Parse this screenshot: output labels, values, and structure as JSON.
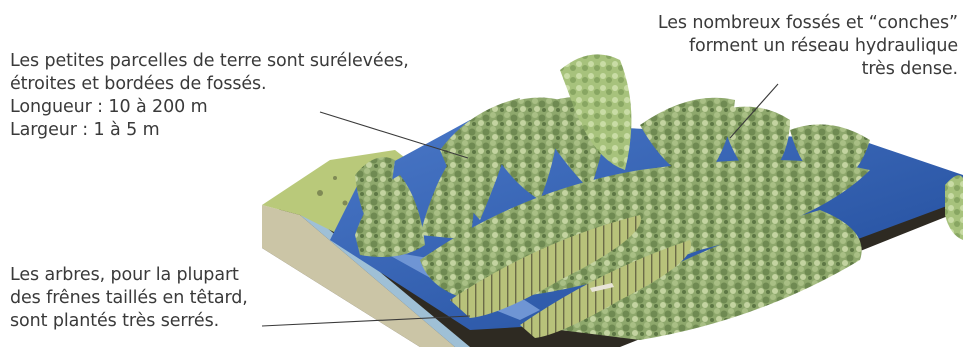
{
  "annotations": {
    "parcelles": {
      "lines": [
        "Les petites parcelles de terre sont surélevées,",
        "étroites et bordées de fossés.",
        "Longueur : 10 à 200 m",
        "Largeur : 1 à 5 m"
      ]
    },
    "arbres": {
      "lines": [
        "Les arbres, pour la plupart",
        "des frênes taillés en têtard,",
        "sont plantés très serrés."
      ]
    },
    "fosses": {
      "lines": [
        "Les nombreux fossés et “conches”",
        "forment un réseau hydraulique",
        "très dense."
      ]
    }
  },
  "colors": {
    "text": "#3a3a3a",
    "water": "#2f5fb0",
    "water_light": "#6f95d4",
    "foliage": "#8aa36a",
    "foliage_dark": "#5f7a45",
    "meadow": "#b9c97a",
    "soil": "#2e2a22",
    "ground_side": "#c9c2a3"
  }
}
